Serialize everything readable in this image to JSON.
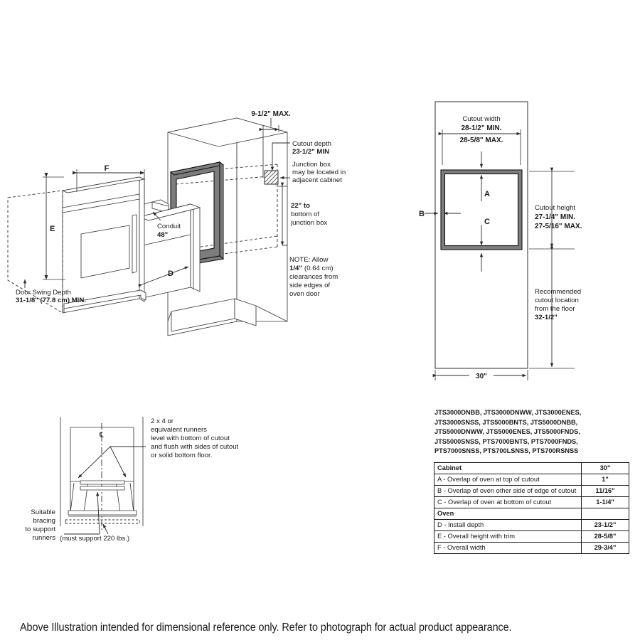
{
  "document": {
    "type": "appliance-installation-dimension-diagram",
    "caption": "Above Illustration intended for dimensional reference only. Refer to photograph for actual product appearance."
  },
  "oven_diagram": {
    "title": "Wall oven and cabinet perspective view",
    "callouts": {
      "max_protrusion": "9-1/2\" MAX.",
      "cutout_depth_l1": "Cutout depth",
      "cutout_depth_l2": "23-1/2\" MIN",
      "junction_box_l1": "Junction box",
      "junction_box_l2": "may be located in",
      "junction_box_l3": "adjacent cabinet",
      "junction_height_l1": "22\" to",
      "junction_height_l2": "bottom of",
      "junction_height_l3": "junction box",
      "note_l1": "NOTE: Allow",
      "note_l2a": "1/4\"",
      "note_l2b": "(0.64 cm)",
      "note_l3": "clearances from",
      "note_l4": "side edges of",
      "note_l5": "oven door",
      "conduit_l1": "Conduit",
      "conduit_l2": "48\"",
      "door_swing_l1": "Door Swing Depth",
      "door_swing_l2": "31-1/8\" (77.8 cm) MIN.",
      "dim_e": "E",
      "dim_f": "F",
      "dim_d": "D"
    }
  },
  "cutout_diagram": {
    "title": "Cabinet front elevation with cutout",
    "cutout_width_label": "Cutout width",
    "cutout_width_min": "28-1/2\" MIN.",
    "cutout_width_max": "28-5/8\" MAX.",
    "cutout_height_label": "Cutout height",
    "cutout_height_min": "27-1/4\" MIN.",
    "cutout_height_max": "27-5/16\" MAX.",
    "location_l1": "Recommended",
    "location_l2": "cutout location",
    "location_l3": "from the floor",
    "location_l4": "32-1/2\"",
    "cabinet_width": "30\"",
    "marker_a": "A",
    "marker_b": "B",
    "marker_c": "C"
  },
  "runners_diagram": {
    "title": "Cabinet bottom runners and bracing",
    "centerline_symbol": "℄",
    "note_l1": "2 x 4 or",
    "note_l2": "equivalent runners",
    "note_l3": "level with bottom of cutout",
    "note_l4": "and flush with sides of cutout",
    "note_l5": "or solid bottom floor.",
    "bracing_l1": "Suitable",
    "bracing_l2": "bracing",
    "bracing_l3": "to support",
    "bracing_l4": "runners",
    "support_note": "(must support 220 lbs.)"
  },
  "models": {
    "lines": [
      "JTS3000DNBB, JTS3000DNWW, JTS3000ENES,",
      "JTS3000SNSS, JTS5000BNTS, JTS5000DNBB,",
      "JTS5000DNWW, JTS5000ENES, JTS5000FNDS,",
      "JTS5000SNSS, PTS7000BNTS, PTS7000FNDS,",
      "PTS7000SNSS, PTS700LSNSS, PTS700RSNSS"
    ]
  },
  "spec_table": {
    "rows": [
      {
        "label": "Cabinet",
        "value": "30\"",
        "header": true
      },
      {
        "label": "A - Overlap of oven at top of cutout",
        "value": "1\"",
        "header": false
      },
      {
        "label": "B - Overlap of oven other side of edge of cutout",
        "value": "11/16\"",
        "header": false
      },
      {
        "label": "C - Overlap of oven at bottom of cutout",
        "value": "1-1/4\"",
        "header": false
      },
      {
        "label": "Oven",
        "value": "",
        "header": true
      },
      {
        "label": "D - Install depth",
        "value": "23-1/2\"",
        "header": false
      },
      {
        "label": "E - Overall height with trim",
        "value": "28-5/8\"",
        "header": false
      },
      {
        "label": "F - Overall width",
        "value": "29-3/4\"",
        "header": false
      }
    ]
  },
  "colors": {
    "line": "#2b2b2b",
    "frame_gray": "#7d7d7d",
    "text": "#1a1a1a",
    "background": "#ffffff"
  }
}
